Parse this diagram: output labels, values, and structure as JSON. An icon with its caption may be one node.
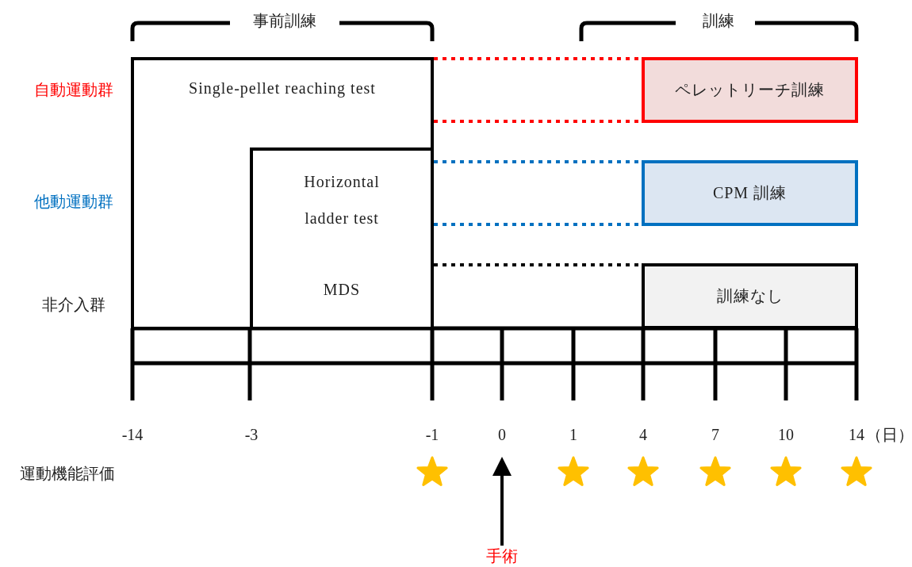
{
  "diagram": {
    "nodes": [
      {
        "text": [
          "Single-pellet reaching test"
        ]
      },
      {
        "text": [
          "Horizontal ladder test",
          "MDS"
        ],
        "in": 0
      },
      {
        "text": [
          "ペレットリーチ訓練"
        ]
      },
      {
        "text": [
          "CPM 訓練"
        ]
      },
      {
        "text": [
          "訓練なし"
        ]
      },
      {
        "text": [
          "手術"
        ]
      }
    ],
    "edges": [
      {
        "from": 0,
        "to": 2,
        "arrow": "none",
        "style": "dashed",
        "color": "#ff0000"
      },
      {
        "from": 0,
        "to": 2,
        "arrow": "none",
        "style": "dashed",
        "color": "#ff0000"
      },
      {
        "from": 1,
        "to": 3,
        "arrow": "none",
        "style": "dashed",
        "color": "#0070c0"
      },
      {
        "from": 1,
        "to": 3,
        "arrow": "none",
        "style": "dashed",
        "color": "#0070c0"
      },
      {
        "from": 1,
        "to": 4,
        "arrow": "none",
        "style": "dashed",
        "color": "#000000"
      },
      {
        "from": 1,
        "to": 4,
        "arrow": "none",
        "style": "dashed",
        "color": "#000000"
      },
      {
        "from": 5,
        "to": null,
        "arrow": "to"
      }
    ],
    "labels": [
      "事前訓練",
      "訓練",
      "自動運動群",
      "他動運動群",
      "非介入群",
      "-14",
      "-3",
      "-1",
      "0",
      "1",
      "4",
      "7",
      "10",
      "14",
      "（日）",
      "運動機能評価"
    ]
  }
}
